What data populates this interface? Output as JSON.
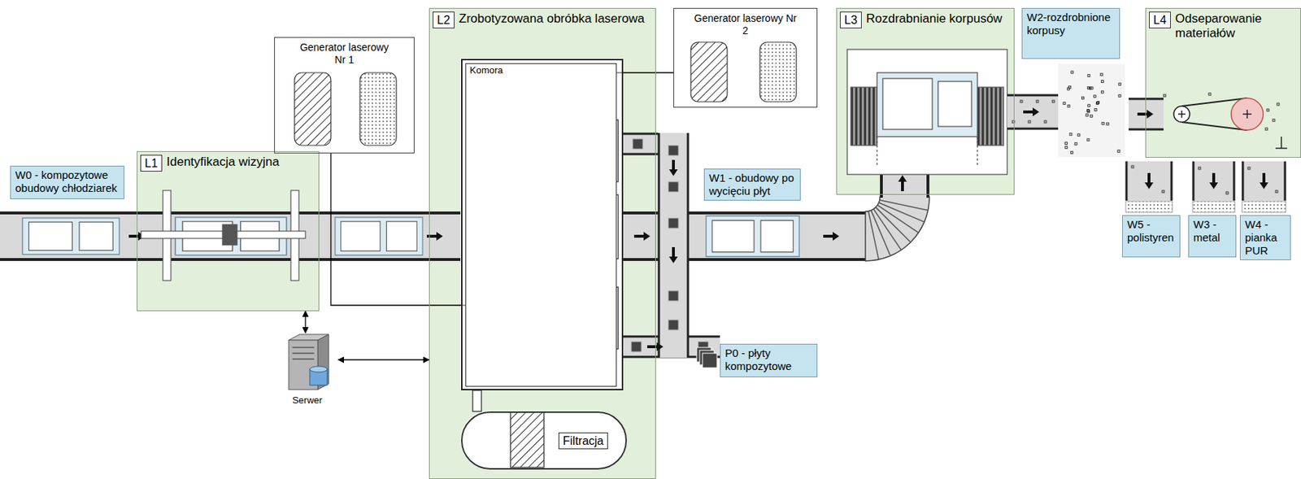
{
  "diagram": {
    "nodes": [
      {
        "text": [
          "W0 - kompozytowe obudowy chłodziarek"
        ]
      },
      {
        "text": [
          "L1",
          "Identyfikacja wizyjna"
        ]
      },
      {
        "text": [
          "Generator laserowy Nr 1"
        ]
      },
      {
        "text": [
          "L2",
          "Zrobotyzowana obróbka laserowa"
        ]
      },
      {
        "text": [
          "Komora"
        ],
        "in": 3
      },
      {
        "text": [
          "Filtracja"
        ],
        "in": 3
      },
      {
        "text": [
          "Generator laserowy Nr 2"
        ]
      },
      {
        "text": [
          "W1 - obudowy po wycięciu płyt"
        ]
      },
      {
        "text": [
          "P0 - płyty kompozytowe"
        ]
      },
      {
        "text": [
          "L3",
          "Rozdrabnianie korpusów"
        ]
      },
      {
        "text": [
          "W2-rozdrobnione korpusy"
        ]
      },
      {
        "text": [
          "L4",
          "Odseparowanie materiałów"
        ]
      },
      {
        "text": [
          "W5 - polistyren"
        ]
      },
      {
        "text": [
          "W3 - metal"
        ]
      },
      {
        "text": [
          "W4 - pianka PUR"
        ]
      },
      {
        "text": [
          "Serwer"
        ]
      }
    ],
    "edges": [
      {
        "from": 15,
        "to": 1,
        "arrow": "both"
      },
      {
        "from": 15,
        "to": 3,
        "arrow": "both"
      },
      {
        "from": 2,
        "to": 4,
        "arrow": "none"
      },
      {
        "from": 6,
        "to": 4,
        "arrow": "none"
      }
    ]
  }
}
